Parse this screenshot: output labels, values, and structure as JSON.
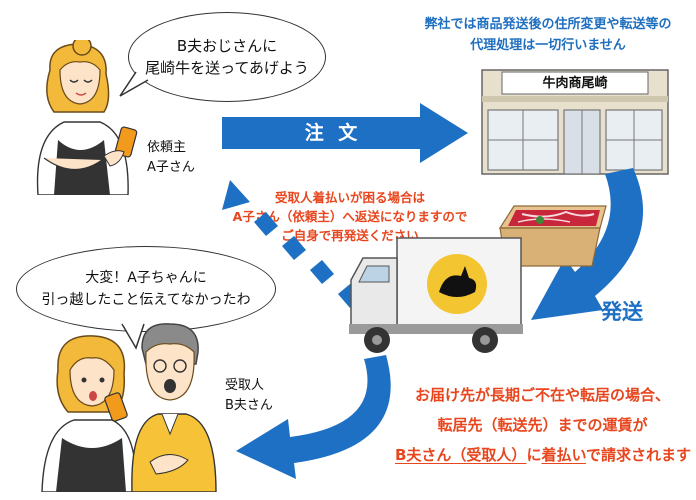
{
  "client": {
    "speech": [
      "B夫おじさんに",
      "尾崎牛を送ってあげよう"
    ],
    "label": [
      "依頼主",
      "A子さん"
    ]
  },
  "order_arrow": {
    "label": "注 文",
    "color": "#1d70c3"
  },
  "shop": {
    "notice": [
      "弊社では商品発送後の住所変更や転送等の",
      "代理処理は一切行いません"
    ],
    "sign": "牛肉商尾崎"
  },
  "return_notice": [
    "受取人着払いが困る場合は",
    "A子さん（依頼主）へ返送になりますので",
    "ご自身で再発送ください"
  ],
  "ship_label": "発送",
  "recipient": {
    "speech": [
      "大変！A子ちゃんに",
      "引っ越したこと伝えてなかったわ"
    ],
    "label": [
      "受取人",
      "B夫さん"
    ]
  },
  "bottom_notice": {
    "line1": "お届け先が長期ご不在や転居の場合、",
    "line2": "転居先（転送先）までの運賃が",
    "line3_a": "B夫さん（受取人）",
    "line3_b": "に",
    "line3_c": "着払い",
    "line3_d": "で請求されます"
  },
  "colors": {
    "accent_blue": "#1d70c3",
    "accent_orange": "#e8461e",
    "hair": "#f2b93b"
  },
  "icons": [
    "speech-bubble",
    "blue-arrow-right",
    "dotted-arrow",
    "delivery-truck",
    "shop-building",
    "meat-box",
    "black-cat-logo"
  ]
}
